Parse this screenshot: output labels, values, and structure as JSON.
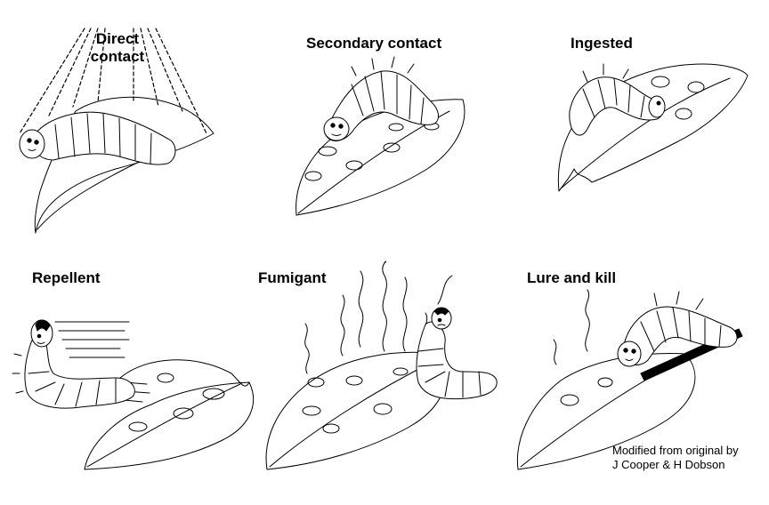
{
  "panels": [
    {
      "label_line1": "Direct",
      "label_line2": "contact"
    },
    {
      "label": "Secondary contact"
    },
    {
      "label": "Ingested"
    },
    {
      "label": "Repellent"
    },
    {
      "label": "Fumigant"
    },
    {
      "label": "Lure and kill"
    }
  ],
  "credit": {
    "line1": "Modified from original by",
    "line2": "J Cooper & H Dobson"
  }
}
